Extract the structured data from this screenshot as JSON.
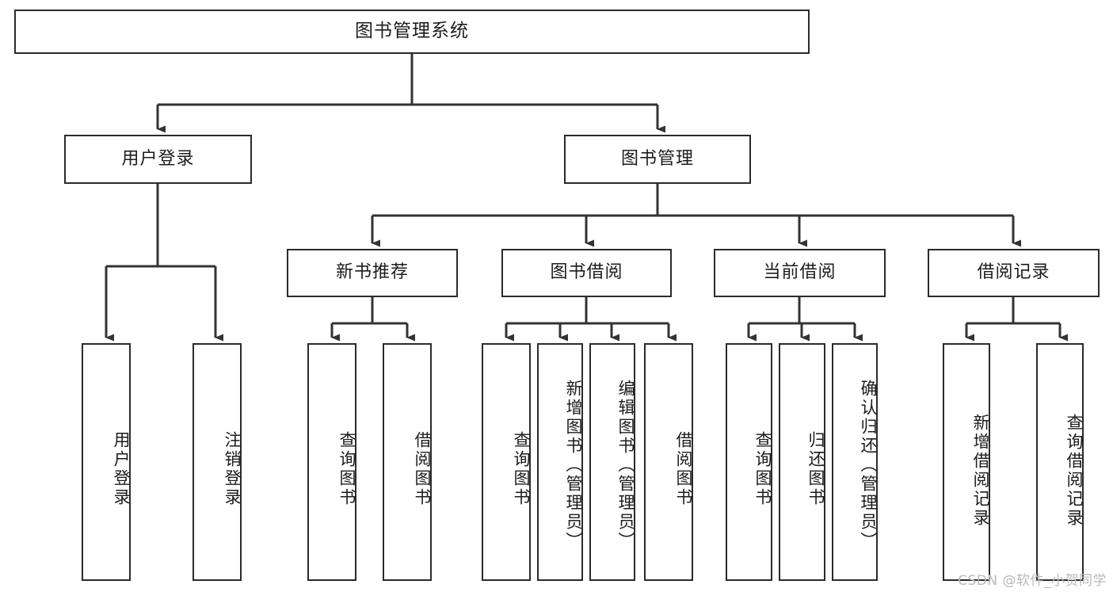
{
  "diagram": {
    "title": "图书管理系统",
    "type": "tree-hierarchy-diagram",
    "watermark": "CSDN @软件_小贺同学",
    "colors": {
      "box_border": "#2b2b2b",
      "box_fill": "#ffffff",
      "edge": "#333333",
      "text": "#1c1c1c",
      "watermark": "#b9b9b9",
      "background": "#ffffff"
    },
    "root": {
      "label": "图书管理系统"
    },
    "level2": [
      {
        "id": "user-login",
        "label": "用户登录"
      },
      {
        "id": "book-manage",
        "label": "图书管理"
      }
    ],
    "level3": [
      {
        "id": "new-book-recommend",
        "label": "新书推荐"
      },
      {
        "id": "book-borrow",
        "label": "图书借阅"
      },
      {
        "id": "current-borrow",
        "label": "当前借阅"
      },
      {
        "id": "borrow-record",
        "label": "借阅记录"
      }
    ],
    "leaves": {
      "user_login": [
        {
          "id": "leaf-user-login",
          "label": "用户登录"
        },
        {
          "id": "leaf-logout-login",
          "label": "注销登录"
        }
      ],
      "new_book_recommend": [
        {
          "id": "leaf-query-book-1",
          "label": "查询图书"
        },
        {
          "id": "leaf-borrow-book-1",
          "label": "借阅图书"
        }
      ],
      "book_borrow": [
        {
          "id": "leaf-query-book-2",
          "label": "查询图书"
        },
        {
          "id": "leaf-add-book",
          "label": "新增图书（管理员）"
        },
        {
          "id": "leaf-edit-book",
          "label": "编辑图书（管理员）"
        },
        {
          "id": "leaf-borrow-book-2",
          "label": "借阅图书"
        }
      ],
      "current_borrow": [
        {
          "id": "leaf-query-book-3",
          "label": "查询图书"
        },
        {
          "id": "leaf-return-book",
          "label": "归还图书"
        },
        {
          "id": "leaf-confirm-return",
          "label": "确认归还（管理员）"
        }
      ],
      "borrow_record": [
        {
          "id": "leaf-add-record",
          "label": "新增借阅记录"
        },
        {
          "id": "leaf-query-record",
          "label": "查询借阅记录"
        }
      ]
    }
  }
}
